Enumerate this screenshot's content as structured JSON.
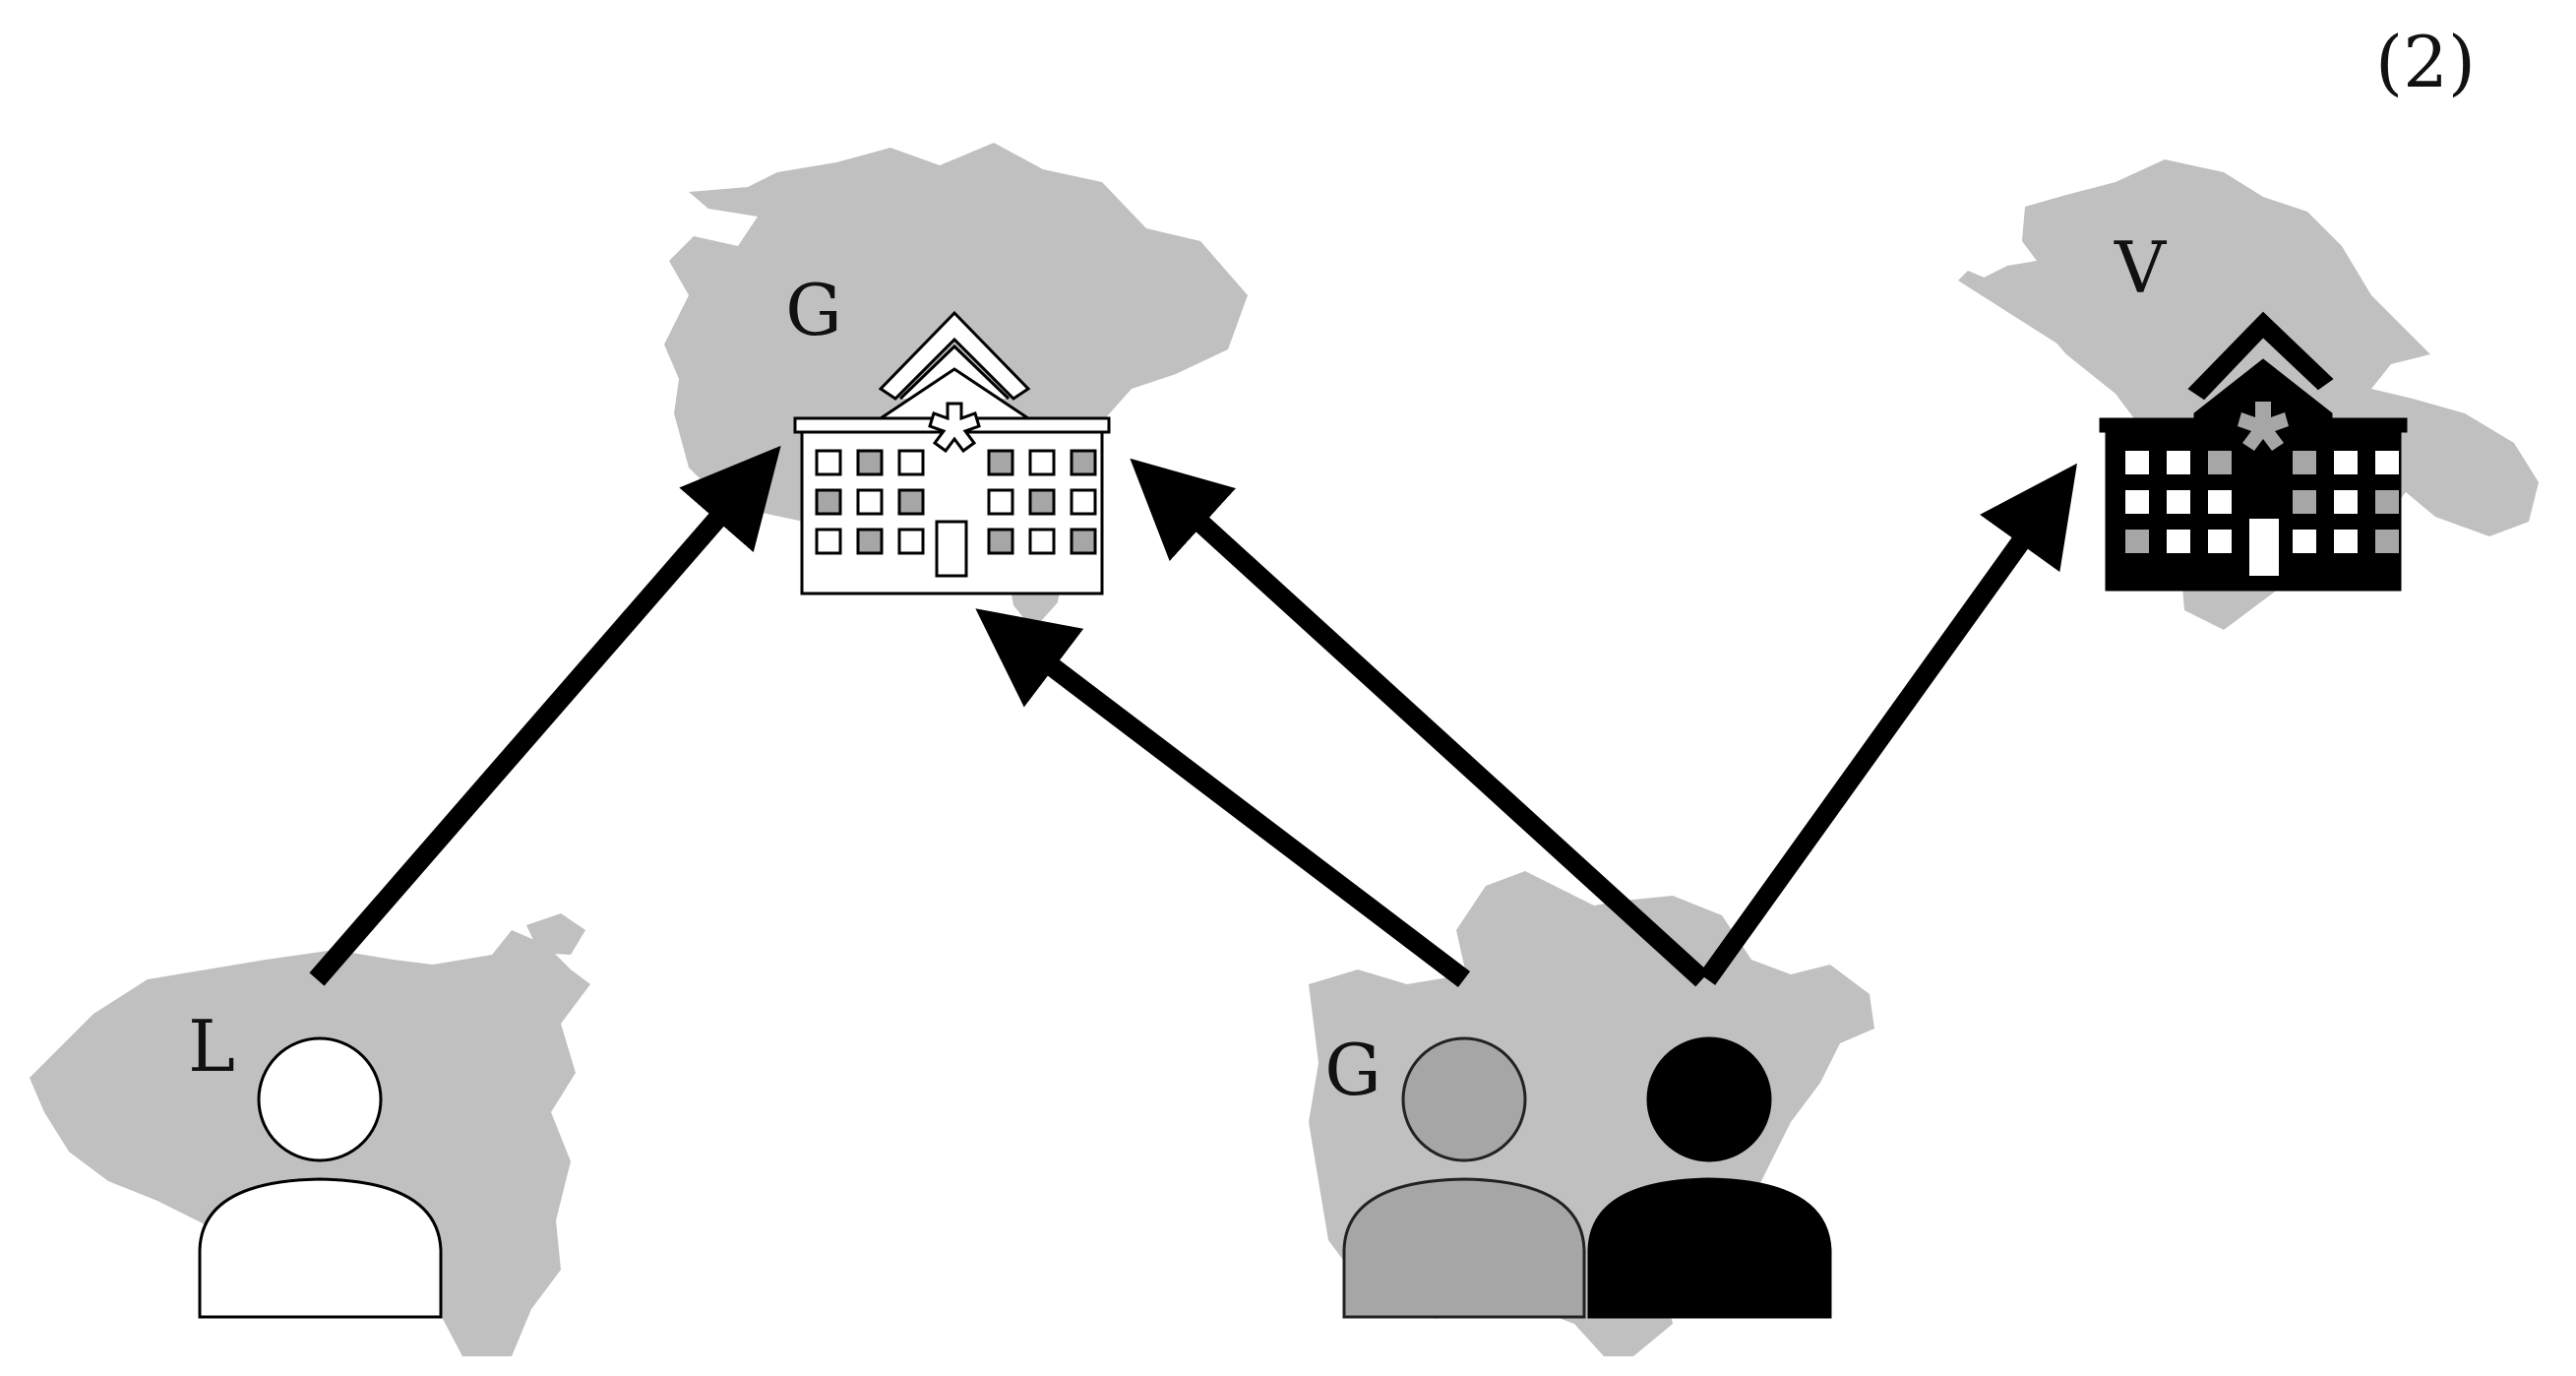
{
  "figure": {
    "panel_label": "(2)"
  },
  "regions": {
    "hospital_left_label": "G",
    "hospital_right_label": "V",
    "person_left_label": "L",
    "person_pair_label": "G"
  },
  "colors": {
    "map_fill": "#c0c0c0",
    "arrow": "#000000",
    "person_white": "#ffffff",
    "person_gray": "#a6a6a6",
    "person_black": "#000000",
    "window_gray": "#a6a6a6"
  }
}
